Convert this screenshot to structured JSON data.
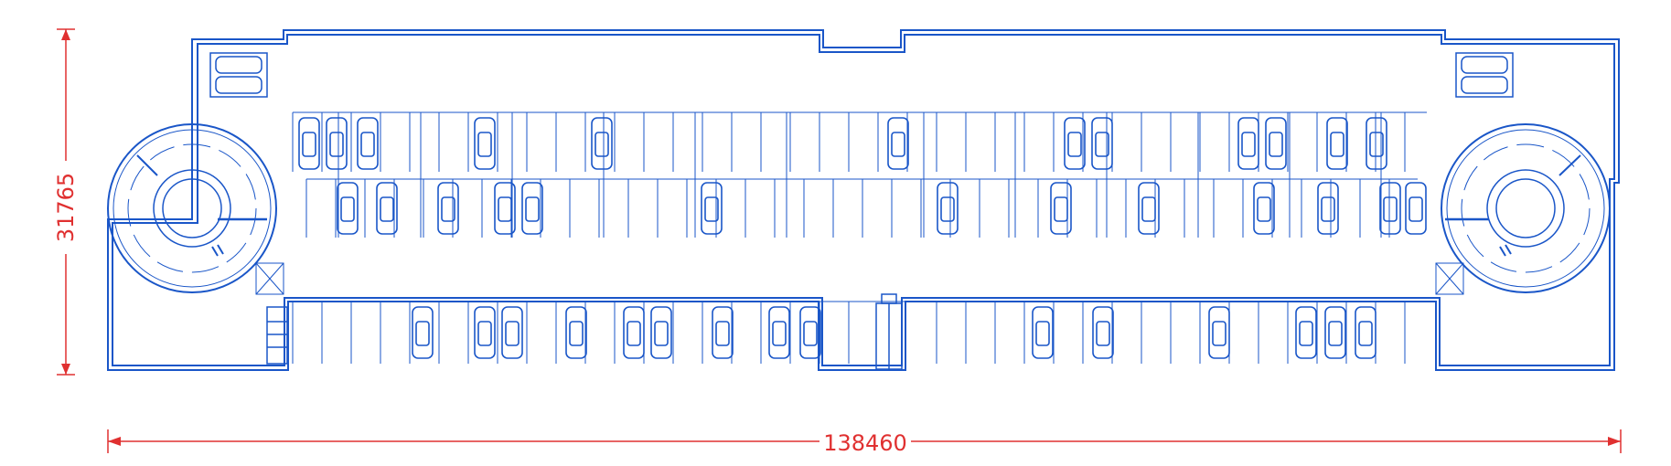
{
  "drawing": {
    "line_color": "#1a56c8",
    "dimension_color": "#e03030",
    "background": "#ffffff"
  },
  "dimensions": {
    "width_value": "138460",
    "height_value": "31765"
  },
  "features": {
    "ramps": [
      "left-spiral-ramp",
      "right-spiral-ramp"
    ],
    "stair": "center-stair",
    "parking_rows": 3
  }
}
